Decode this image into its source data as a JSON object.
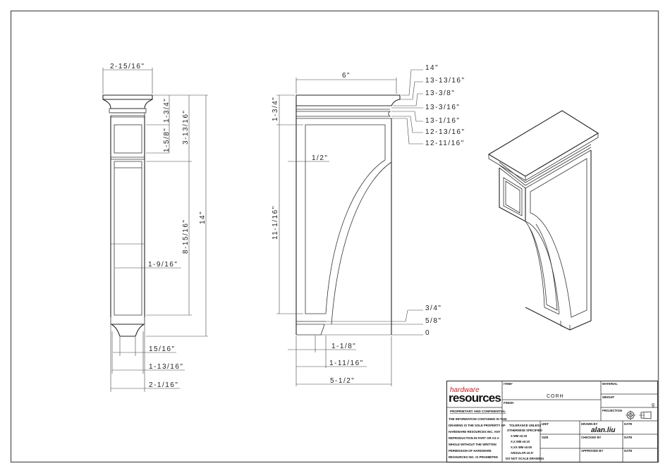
{
  "drawing": {
    "front_view": {
      "dimensions": {
        "top_width": "2-15/16\"",
        "overall_height": "14\"",
        "upper_block_height": "3-13/16\"",
        "cap_height": "1-3/4\"",
        "panel_height": "1-5/8\"",
        "lower_panel_height": "8-15/16\"",
        "panel_width": "1-9/16\"",
        "foot_inner_width": "15/16\"",
        "foot_width": "1-13/16\"",
        "base_width": "2-1/16\""
      }
    },
    "side_view": {
      "dimensions": {
        "top_depth": "6\"",
        "cap_height": "1-3/4\"",
        "body_height": "11-1/16\"",
        "stile_width": "1/2\"",
        "foot_depth": "1-1/8\"",
        "foot_step": "1-11/16\"",
        "base_depth": "5-1/2\""
      },
      "elevation_labels": [
        "14\"",
        "13-13/16\"",
        "13-3/8\"",
        "13-3/16\"",
        "13-1/16\"",
        "12-13/16\"",
        "12-11/16\""
      ],
      "base_labels": [
        "3/4\"",
        "5/8\"",
        "0"
      ]
    },
    "iso_view": {
      "label": "isometric-corbel"
    }
  },
  "title_block": {
    "logo": {
      "top": "hardware",
      "bottom": "resources",
      "accent_color": "#c0262d"
    },
    "proprietary_heading": "PROPRIETARY AND CONFIDENTIAL",
    "proprietary_text": [
      "THE INFORMATION CONTAINED IN THIS",
      "DRAWING IS THE SOLE PROPERTY OF",
      "HARDWARE RESOURCES INC.  ANY",
      "REPRODUCTION IN PART OR AS A",
      "WHOLE  WITHOUT THE WRITTEN",
      "PERMISSION OF HARDWARE",
      "RESOURCES INC. IS PROHIBITED"
    ],
    "tolerance": [
      "TOLERANCE UNLESS",
      "OTHERWISE SPECIFIED",
      "X     MM    ±0.20",
      "X.X   MM    ±0.10",
      "X.XX  MM    ±0.05",
      "ANGULAR      ±0.5°",
      "DO NOT SCALE DRAWING"
    ],
    "item_label": "ITEM#",
    "item_value": "CORH",
    "finish_label": "FINISH",
    "finish_value": "",
    "material_label": "MATERIAL",
    "material_value": "",
    "weight_label": "WEIGHT",
    "weight_value": "g",
    "projection_label": "PROJECTION",
    "unit_label": "UNIT",
    "unit_value": "",
    "size_label": "SIZE",
    "size_value": "",
    "drawn_by_label": "DRAWN BY",
    "drawn_by_value": "alan.liu",
    "checked_by_label": "CHECKED BY",
    "approved_by_label": "APPROVED BY",
    "date_label": "DATE"
  }
}
